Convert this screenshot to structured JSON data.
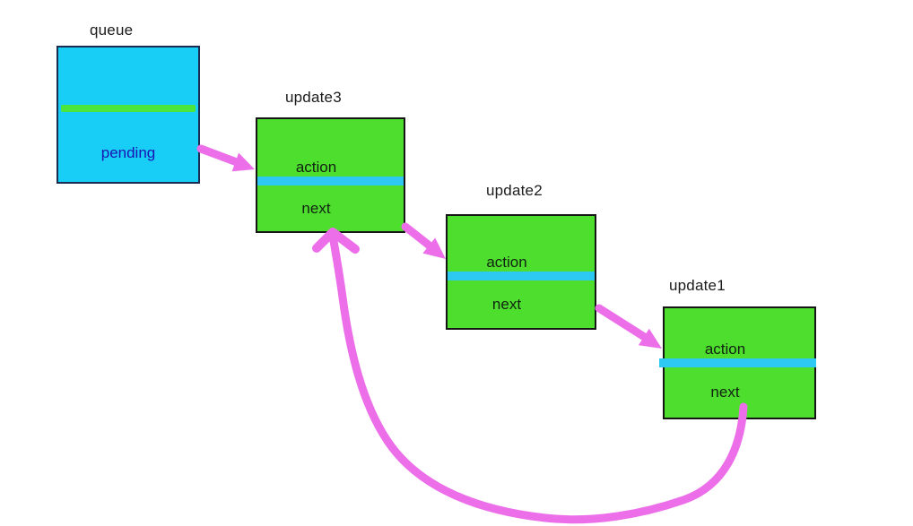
{
  "diagram": {
    "description": "Queue pending pointer to circular linked list of updates",
    "nodes": {
      "queue": {
        "title": "queue",
        "field_label": "pending"
      },
      "update3": {
        "title": "update3",
        "action_label": "action",
        "next_label": "next"
      },
      "update2": {
        "title": "update2",
        "action_label": "action",
        "next_label": "next"
      },
      "update1": {
        "title": "update1",
        "action_label": "action",
        "next_label": "next"
      }
    },
    "edges": [
      {
        "from": "queue.pending",
        "to": "update3",
        "style": "straight"
      },
      {
        "from": "update3.next",
        "to": "update2",
        "style": "straight"
      },
      {
        "from": "update2.next",
        "to": "update1",
        "style": "straight"
      },
      {
        "from": "update1.next",
        "to": "update3",
        "style": "curved-loop-back"
      }
    ],
    "colors": {
      "background": "#FFFFFF",
      "queue_fill": "#18CDF6",
      "queue_border": "#1A2C50",
      "update_fill": "#4EDF2E",
      "update_border": "#151515",
      "divider_cyan": "#2DC9F2",
      "divider_green": "#4CE53C",
      "arrow_pink": "#EC6FE9",
      "pending_text": "#1A16B4",
      "label_text": "#1B1B1B"
    }
  }
}
